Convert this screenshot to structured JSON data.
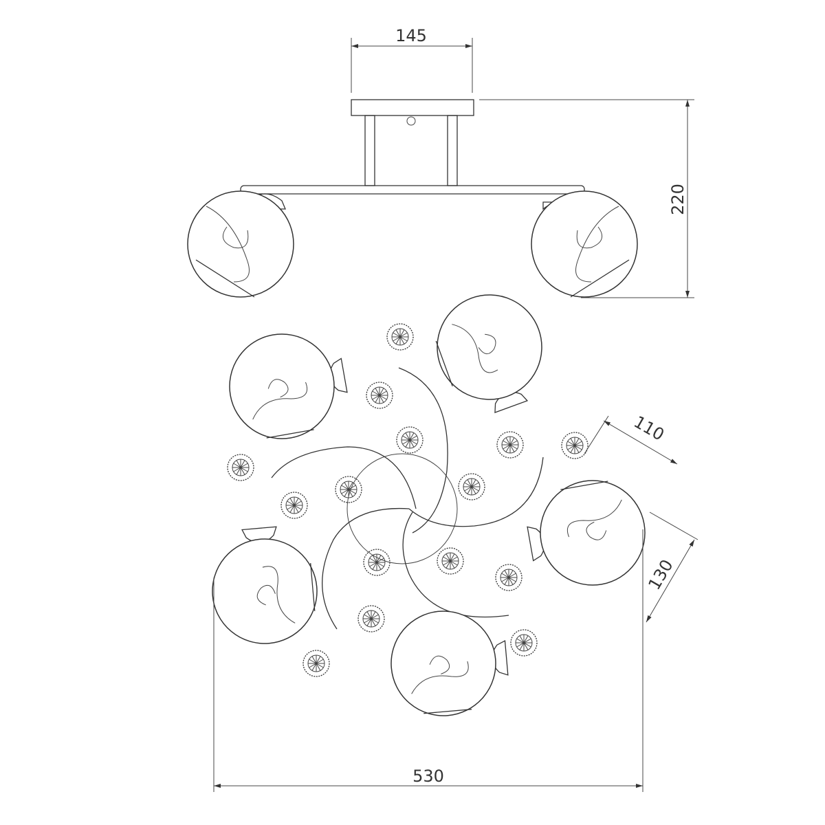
{
  "dimensions": {
    "plate_width": "145",
    "height": "220",
    "shade_width": "110",
    "shade_height": "130",
    "overall_diameter": "530"
  },
  "colors": {
    "line": "#333333",
    "background": "#ffffff"
  }
}
